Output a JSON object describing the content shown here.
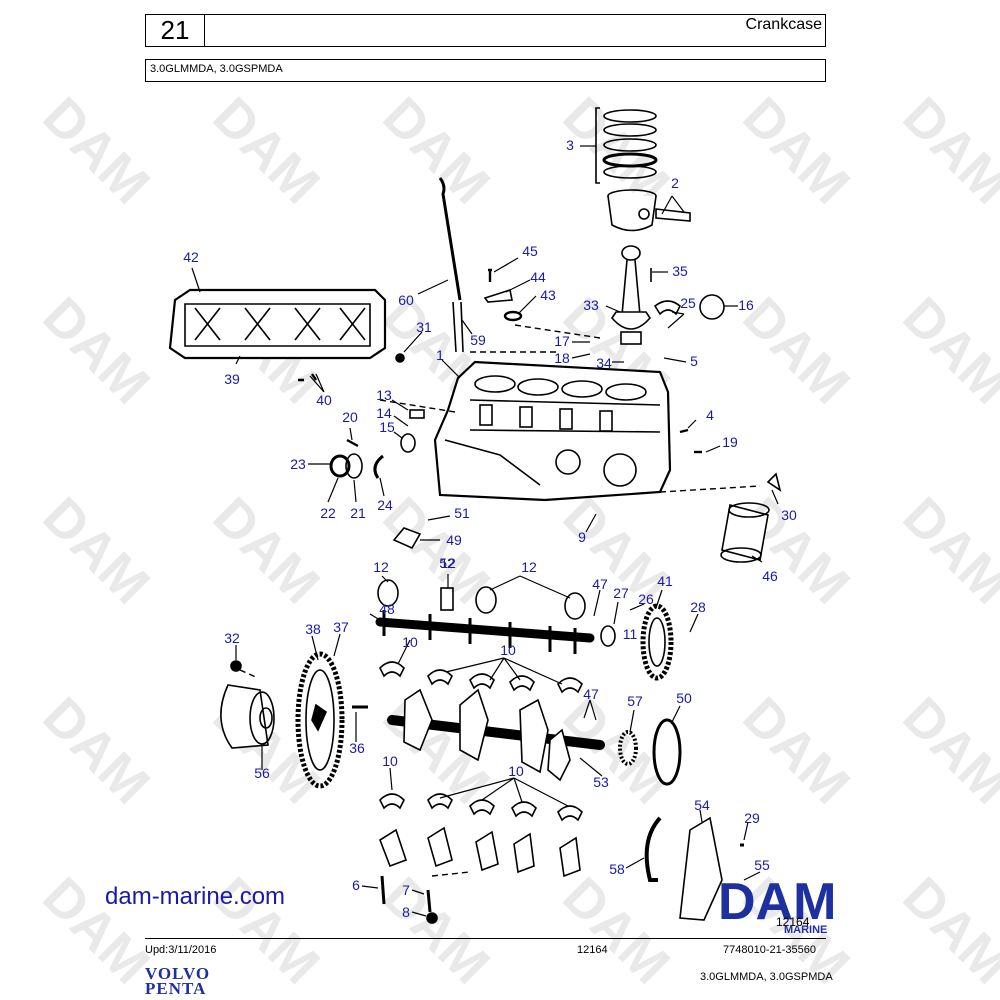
{
  "header": {
    "section_number": "21",
    "section_title": "Crankcase",
    "models": "3.0GLMMDA, 3.0GSPMDA"
  },
  "diagram": {
    "watermark_text": "DAM",
    "callouts": [
      "1",
      "2",
      "3",
      "4",
      "5",
      "6",
      "7",
      "8",
      "9",
      "10",
      "10",
      "10",
      "10",
      "10",
      "10",
      "11",
      "12",
      "12",
      "12",
      "13",
      "14",
      "15",
      "16",
      "17",
      "18",
      "19",
      "20",
      "21",
      "22",
      "23",
      "24",
      "25",
      "26",
      "27",
      "28",
      "29",
      "30",
      "31",
      "32",
      "33",
      "34",
      "35",
      "36",
      "37",
      "38",
      "39",
      "40",
      "41",
      "42",
      "43",
      "44",
      "45",
      "46",
      "47",
      "47",
      "48",
      "49",
      "50",
      "51",
      "52",
      "53",
      "54",
      "55",
      "56",
      "57",
      "58",
      "59",
      "60"
    ],
    "line_color": "#000000",
    "callout_color": "#1a1aa8"
  },
  "brand": {
    "website": "dam-marine.com",
    "logo_text": "DAM",
    "logo_subtext": "MARINE",
    "logo_color": "#1e2fa0",
    "figure_number": "12164",
    "volvo_line1": "VOLVO",
    "volvo_line2": "PENTA"
  },
  "footer": {
    "updated": "Upd:3/11/2016",
    "page_ref": "12164",
    "part_number": "7748010-21-35560",
    "models": "3.0GLMMDA, 3.0GSPMDA"
  }
}
